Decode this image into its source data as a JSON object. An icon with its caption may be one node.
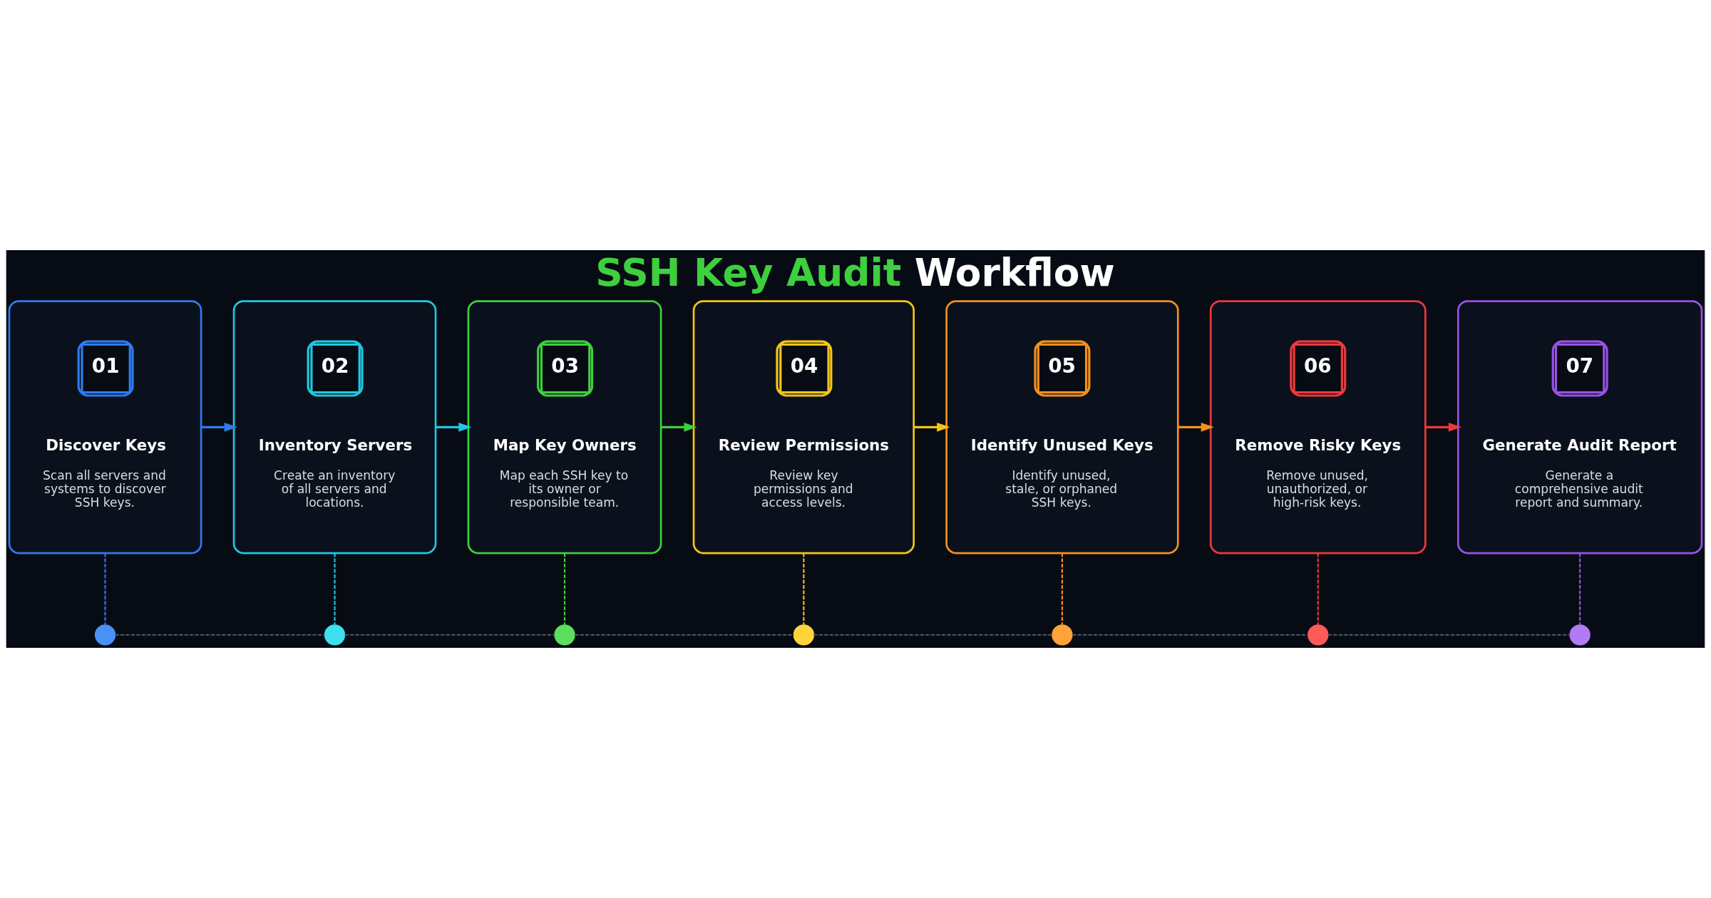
{
  "diagram": {
    "title": "SSH Key Audit Workflow",
    "nodes": [
      {
        "text": [
          "01",
          "Discover Keys",
          "Scan all servers and systems to discover SSH keys."
        ]
      },
      {
        "text": [
          "02",
          "Inventory Servers",
          "Create an inventory of all servers and locations."
        ]
      },
      {
        "text": [
          "03",
          "Map Key Owners",
          "Map each SSH key to its owner or responsible team."
        ]
      },
      {
        "text": [
          "04",
          "Review Permissions",
          "Review key permissions and access levels."
        ]
      },
      {
        "text": [
          "05",
          "Identify Unused Keys",
          "Identify unused, stale, or orphaned SSH keys."
        ]
      },
      {
        "text": [
          "06",
          "Remove Risky Keys",
          "Remove unused, unauthorized, or high-risk keys."
        ]
      },
      {
        "text": [
          "07",
          "Generate Audit Report",
          "Generate a comprehensive audit report and summary."
        ]
      },
      {
        "text": [],
        "shape": "circle"
      },
      {
        "text": [],
        "shape": "circle"
      },
      {
        "text": [],
        "shape": "circle"
      },
      {
        "text": [],
        "shape": "circle"
      },
      {
        "text": [],
        "shape": "circle"
      },
      {
        "text": [],
        "shape": "circle"
      },
      {
        "text": [],
        "shape": "circle"
      }
    ],
    "edges": [
      {
        "from": 0,
        "to": 1,
        "arrow": "to",
        "color": "#2f7bf0"
      },
      {
        "from": 1,
        "to": 2,
        "arrow": "to",
        "color": "#1fc8e0"
      },
      {
        "from": 2,
        "to": 3,
        "arrow": "to",
        "color": "#3ecf3e"
      },
      {
        "from": 3,
        "to": 4,
        "arrow": "to",
        "color": "#f5c518"
      },
      {
        "from": 4,
        "to": 5,
        "arrow": "to",
        "color": "#f5901e"
      },
      {
        "from": 5,
        "to": 6,
        "arrow": "to",
        "color": "#f0383a"
      },
      {
        "from": 0,
        "to": 7,
        "arrow": "none",
        "style": "dashed",
        "color": "#2f7bf0"
      },
      {
        "from": 1,
        "to": 8,
        "arrow": "none",
        "style": "dashed",
        "color": "#1fc8e0"
      },
      {
        "from": 2,
        "to": 9,
        "arrow": "none",
        "style": "dashed",
        "color": "#3ecf3e"
      },
      {
        "from": 3,
        "to": 10,
        "arrow": "none",
        "style": "dashed",
        "color": "#f5c518"
      },
      {
        "from": 4,
        "to": 11,
        "arrow": "none",
        "style": "dashed",
        "color": "#f5901e"
      },
      {
        "from": 5,
        "to": 12,
        "arrow": "none",
        "style": "dashed",
        "color": "#f0383a"
      },
      {
        "from": 6,
        "to": 13,
        "arrow": "none",
        "style": "dashed",
        "color": "#9b51e8"
      },
      {
        "from": 7,
        "to": 8,
        "arrow": "none",
        "style": "dashed",
        "color": "#4a5162"
      },
      {
        "from": 8,
        "to": 9,
        "arrow": "none",
        "style": "dashed",
        "color": "#4a5162"
      },
      {
        "from": 9,
        "to": 10,
        "arrow": "none",
        "style": "dashed",
        "color": "#4a5162"
      },
      {
        "from": 10,
        "to": 11,
        "arrow": "none",
        "style": "dashed",
        "color": "#4a5162"
      },
      {
        "from": 11,
        "to": 12,
        "arrow": "none",
        "style": "dashed",
        "color": "#4a5162"
      },
      {
        "from": 12,
        "to": 13,
        "arrow": "none",
        "style": "dashed",
        "color": "#4a5162"
      }
    ]
  }
}
